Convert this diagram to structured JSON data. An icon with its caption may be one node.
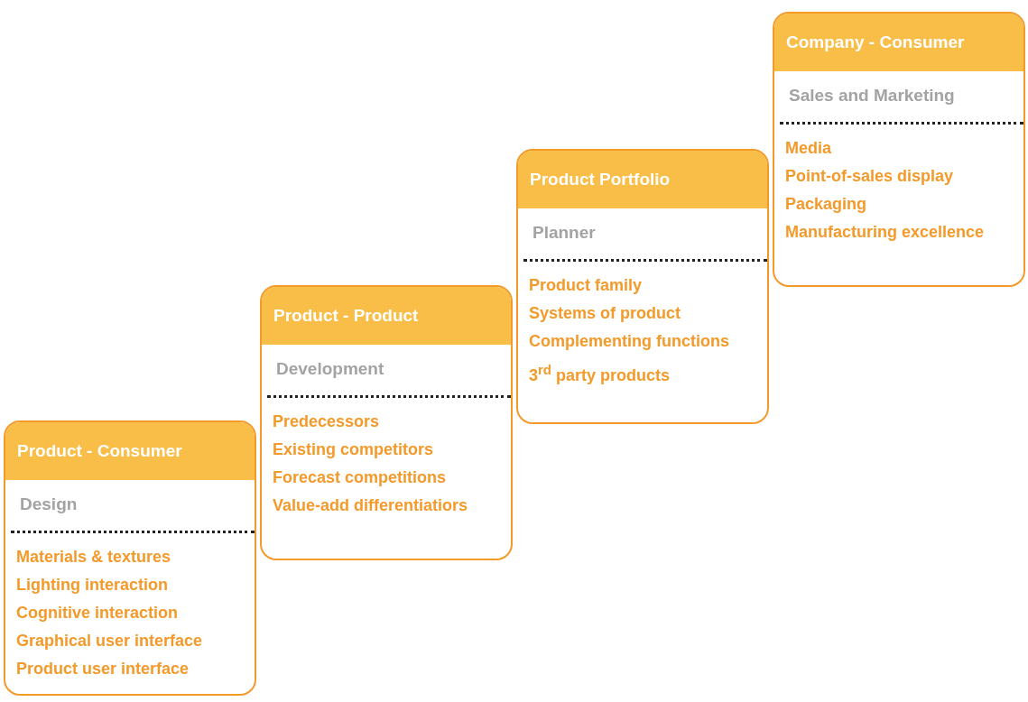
{
  "diagram": {
    "nodes": [
      {
        "text": [
          "Product - Consumer",
          "Design",
          "Materials & textures",
          "Lighting interaction",
          "Cognitive interaction",
          "Graphical user interface",
          "Product user interface"
        ]
      },
      {
        "text": [
          "Product - Product",
          "Development",
          "Predecessors",
          "Existing competitors",
          "Forecast competitions",
          "Value-add differentiatiors"
        ]
      },
      {
        "text": [
          "Product Portfolio",
          "Planner",
          "Product family",
          "Systems of product",
          "Complementing functions",
          "3$^{rd}$ party products"
        ]
      },
      {
        "text": [
          "Company - Consumer",
          "Sales and Marketing",
          "Media",
          "Point-of-sales display",
          "Packaging",
          "Manufacturing excellence"
        ]
      }
    ],
    "edges": []
  }
}
